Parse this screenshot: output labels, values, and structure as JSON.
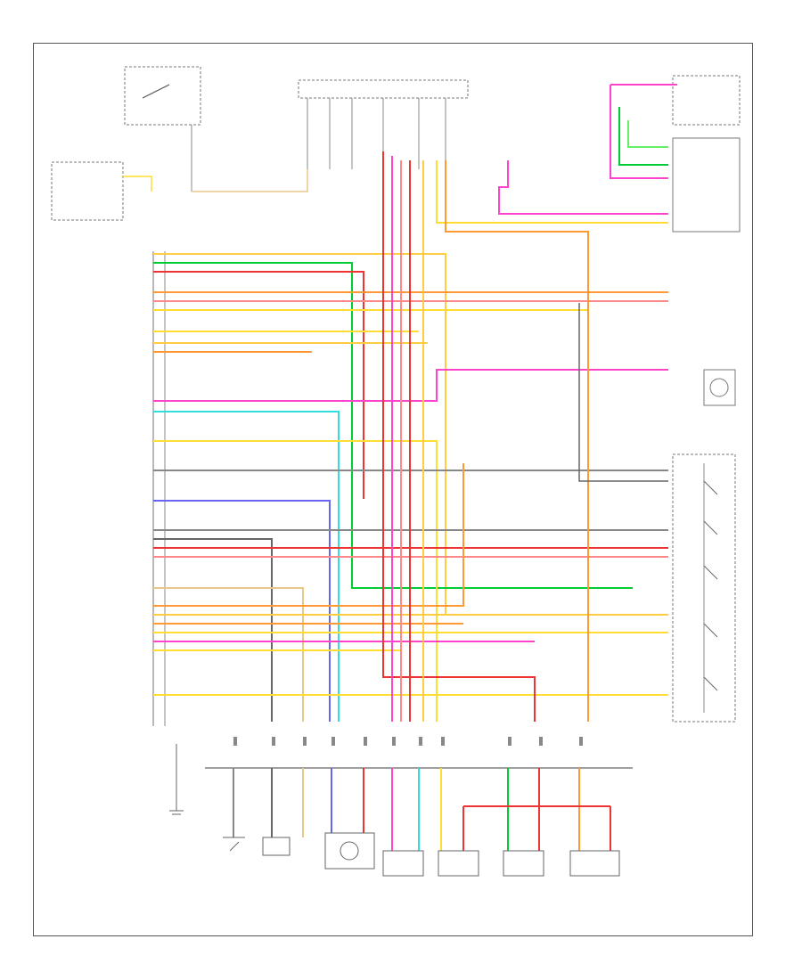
{
  "diagram": {
    "code": "",
    "colors": {
      "pink": "#ff44cc",
      "green": "#00cc33",
      "lightgreen": "#66ee66",
      "red": "#ee3333",
      "orange": "#ff9933",
      "yellow": "#ffdd33",
      "gold": "#ffcc44",
      "cyan": "#33dddd",
      "blue": "#6666ee",
      "gray": "#666666",
      "tan": "#e8c888"
    },
    "components": [
      {
        "id": "ignition-switch",
        "label": ""
      },
      {
        "id": "engine-control-module",
        "label": ""
      },
      {
        "id": "fuse-block",
        "label": ""
      },
      {
        "id": "vehicle-speed-sensor",
        "label": ""
      },
      {
        "id": "transmission-range-switch",
        "label": ""
      },
      {
        "id": "pressure-switch-assembly",
        "label": ""
      },
      {
        "id": "transmission-fluid-temp-sensor",
        "label": ""
      },
      {
        "id": "shift-solenoid-a",
        "label": ""
      },
      {
        "id": "shift-solenoid-b",
        "label": ""
      },
      {
        "id": "pressure-control-solenoid",
        "label": ""
      },
      {
        "id": "tcc-solenoid",
        "label": ""
      }
    ]
  }
}
